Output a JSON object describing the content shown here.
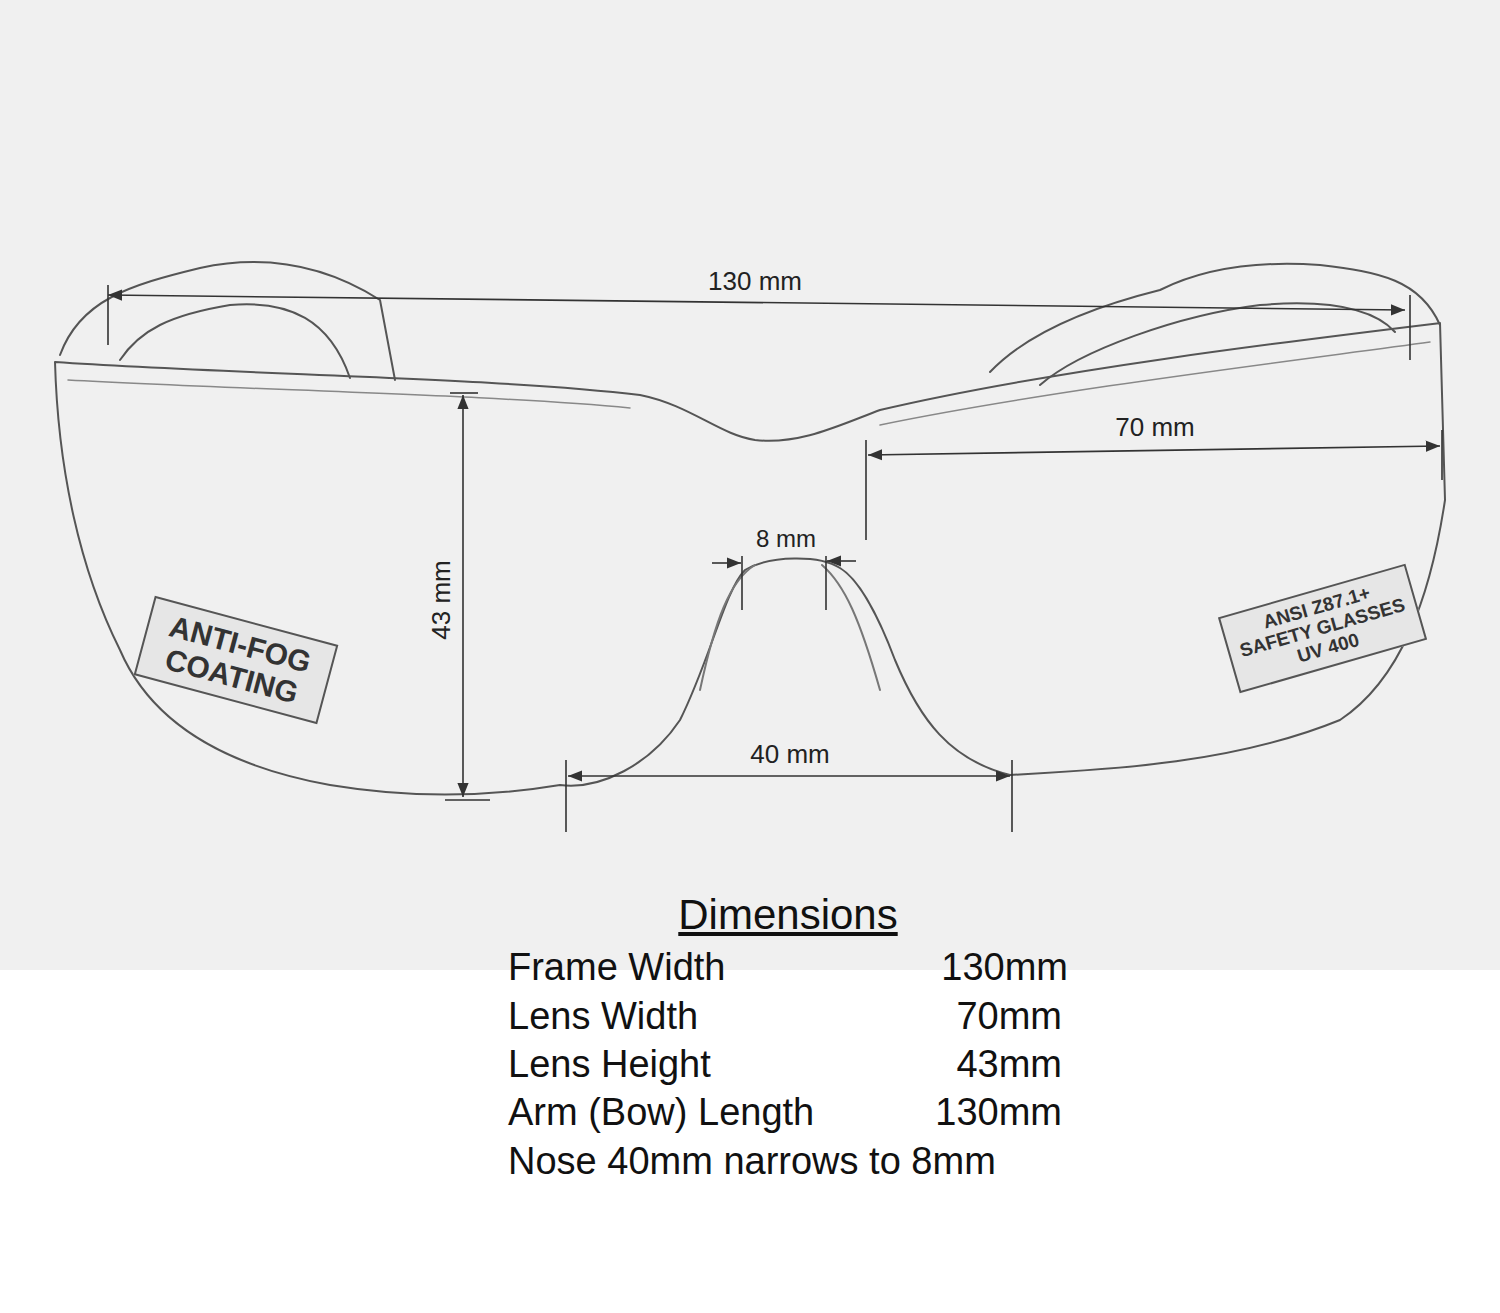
{
  "diagram": {
    "title": "Dimensions",
    "nodes": [
      {
        "text": [
          "ANTI-FOG COATING"
        ]
      },
      {
        "text": [
          "ANSI Z87.1+ SAFETY GLASSES UV 400"
        ]
      }
    ],
    "labels": [
      "130 mm",
      "70 mm",
      "8 mm",
      "43 mm",
      "40 mm",
      "Frame Width",
      "130mm",
      "Lens Width",
      "70mm",
      "Lens Height",
      "43mm",
      "Arm (Bow) Length",
      "130mm",
      "Nose 40mm narrows to 8mm"
    ]
  }
}
